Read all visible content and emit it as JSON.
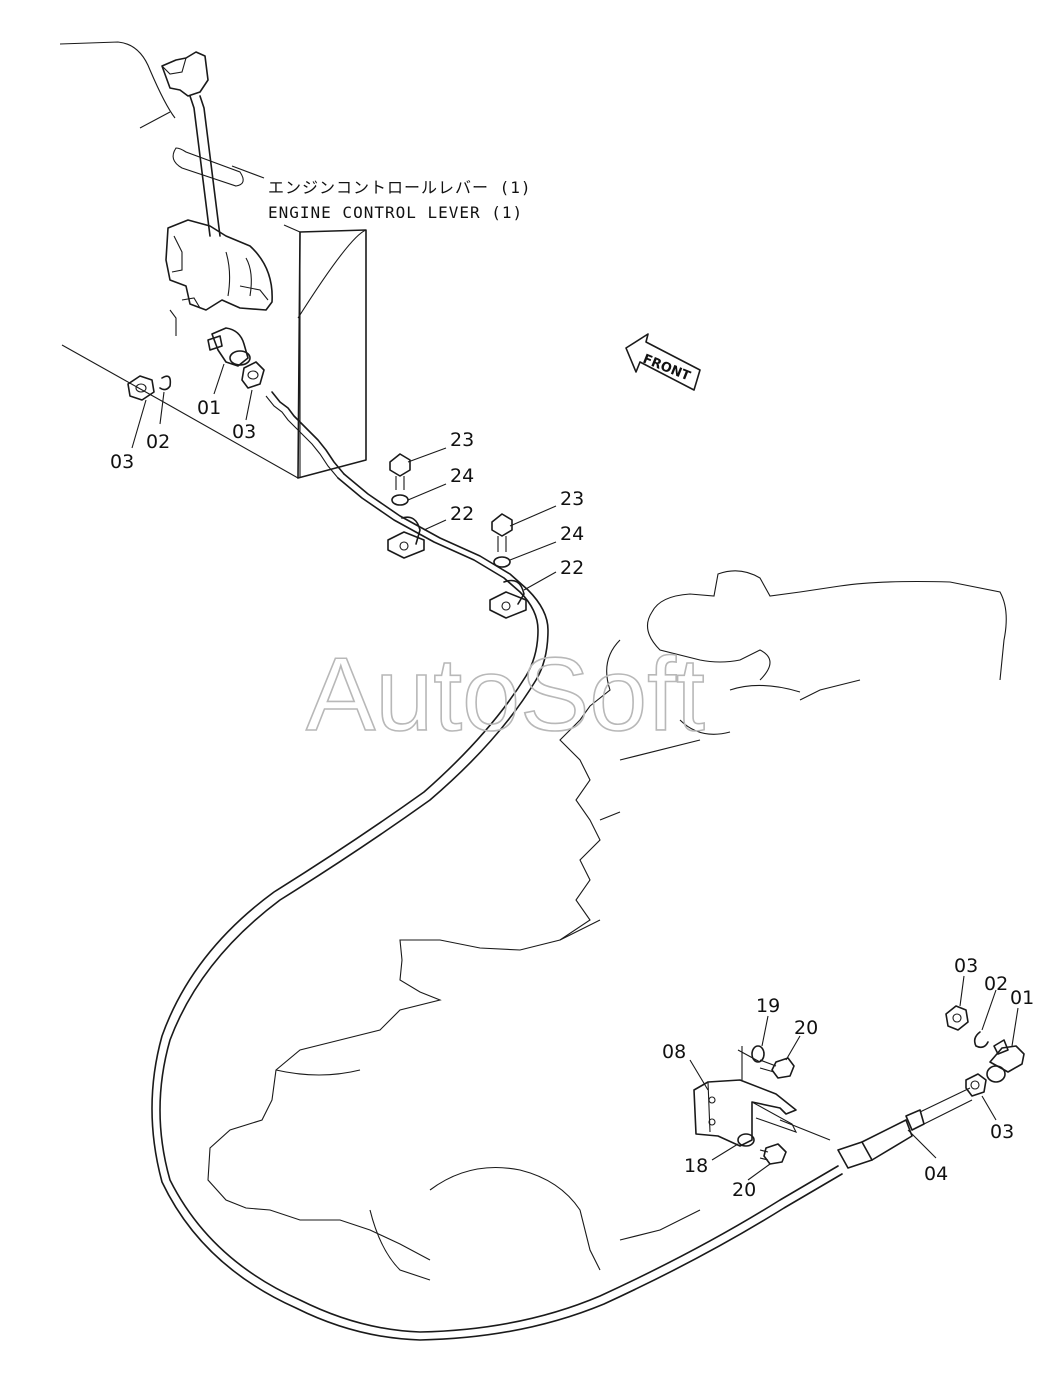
{
  "title": {
    "jp": "エンジンコントロールレバー (1)",
    "en": "ENGINE CONTROL LEVER (1)"
  },
  "direction": {
    "label": "FRONT"
  },
  "watermark": "AutoSoft",
  "part_labels": {
    "p03_left": "03",
    "p02_left": "02",
    "p01_left": "01",
    "p03_mid": "03",
    "p23_a": "23",
    "p24_a": "24",
    "p22_a": "22",
    "p23_b": "23",
    "p24_b": "24",
    "p22_b": "22",
    "p08": "08",
    "p19": "19",
    "p20_top": "20",
    "p18": "18",
    "p20_bottom": "20",
    "p03_right_top": "03",
    "p02_right": "02",
    "p01_right": "01",
    "p03_right": "03",
    "p04": "04"
  }
}
